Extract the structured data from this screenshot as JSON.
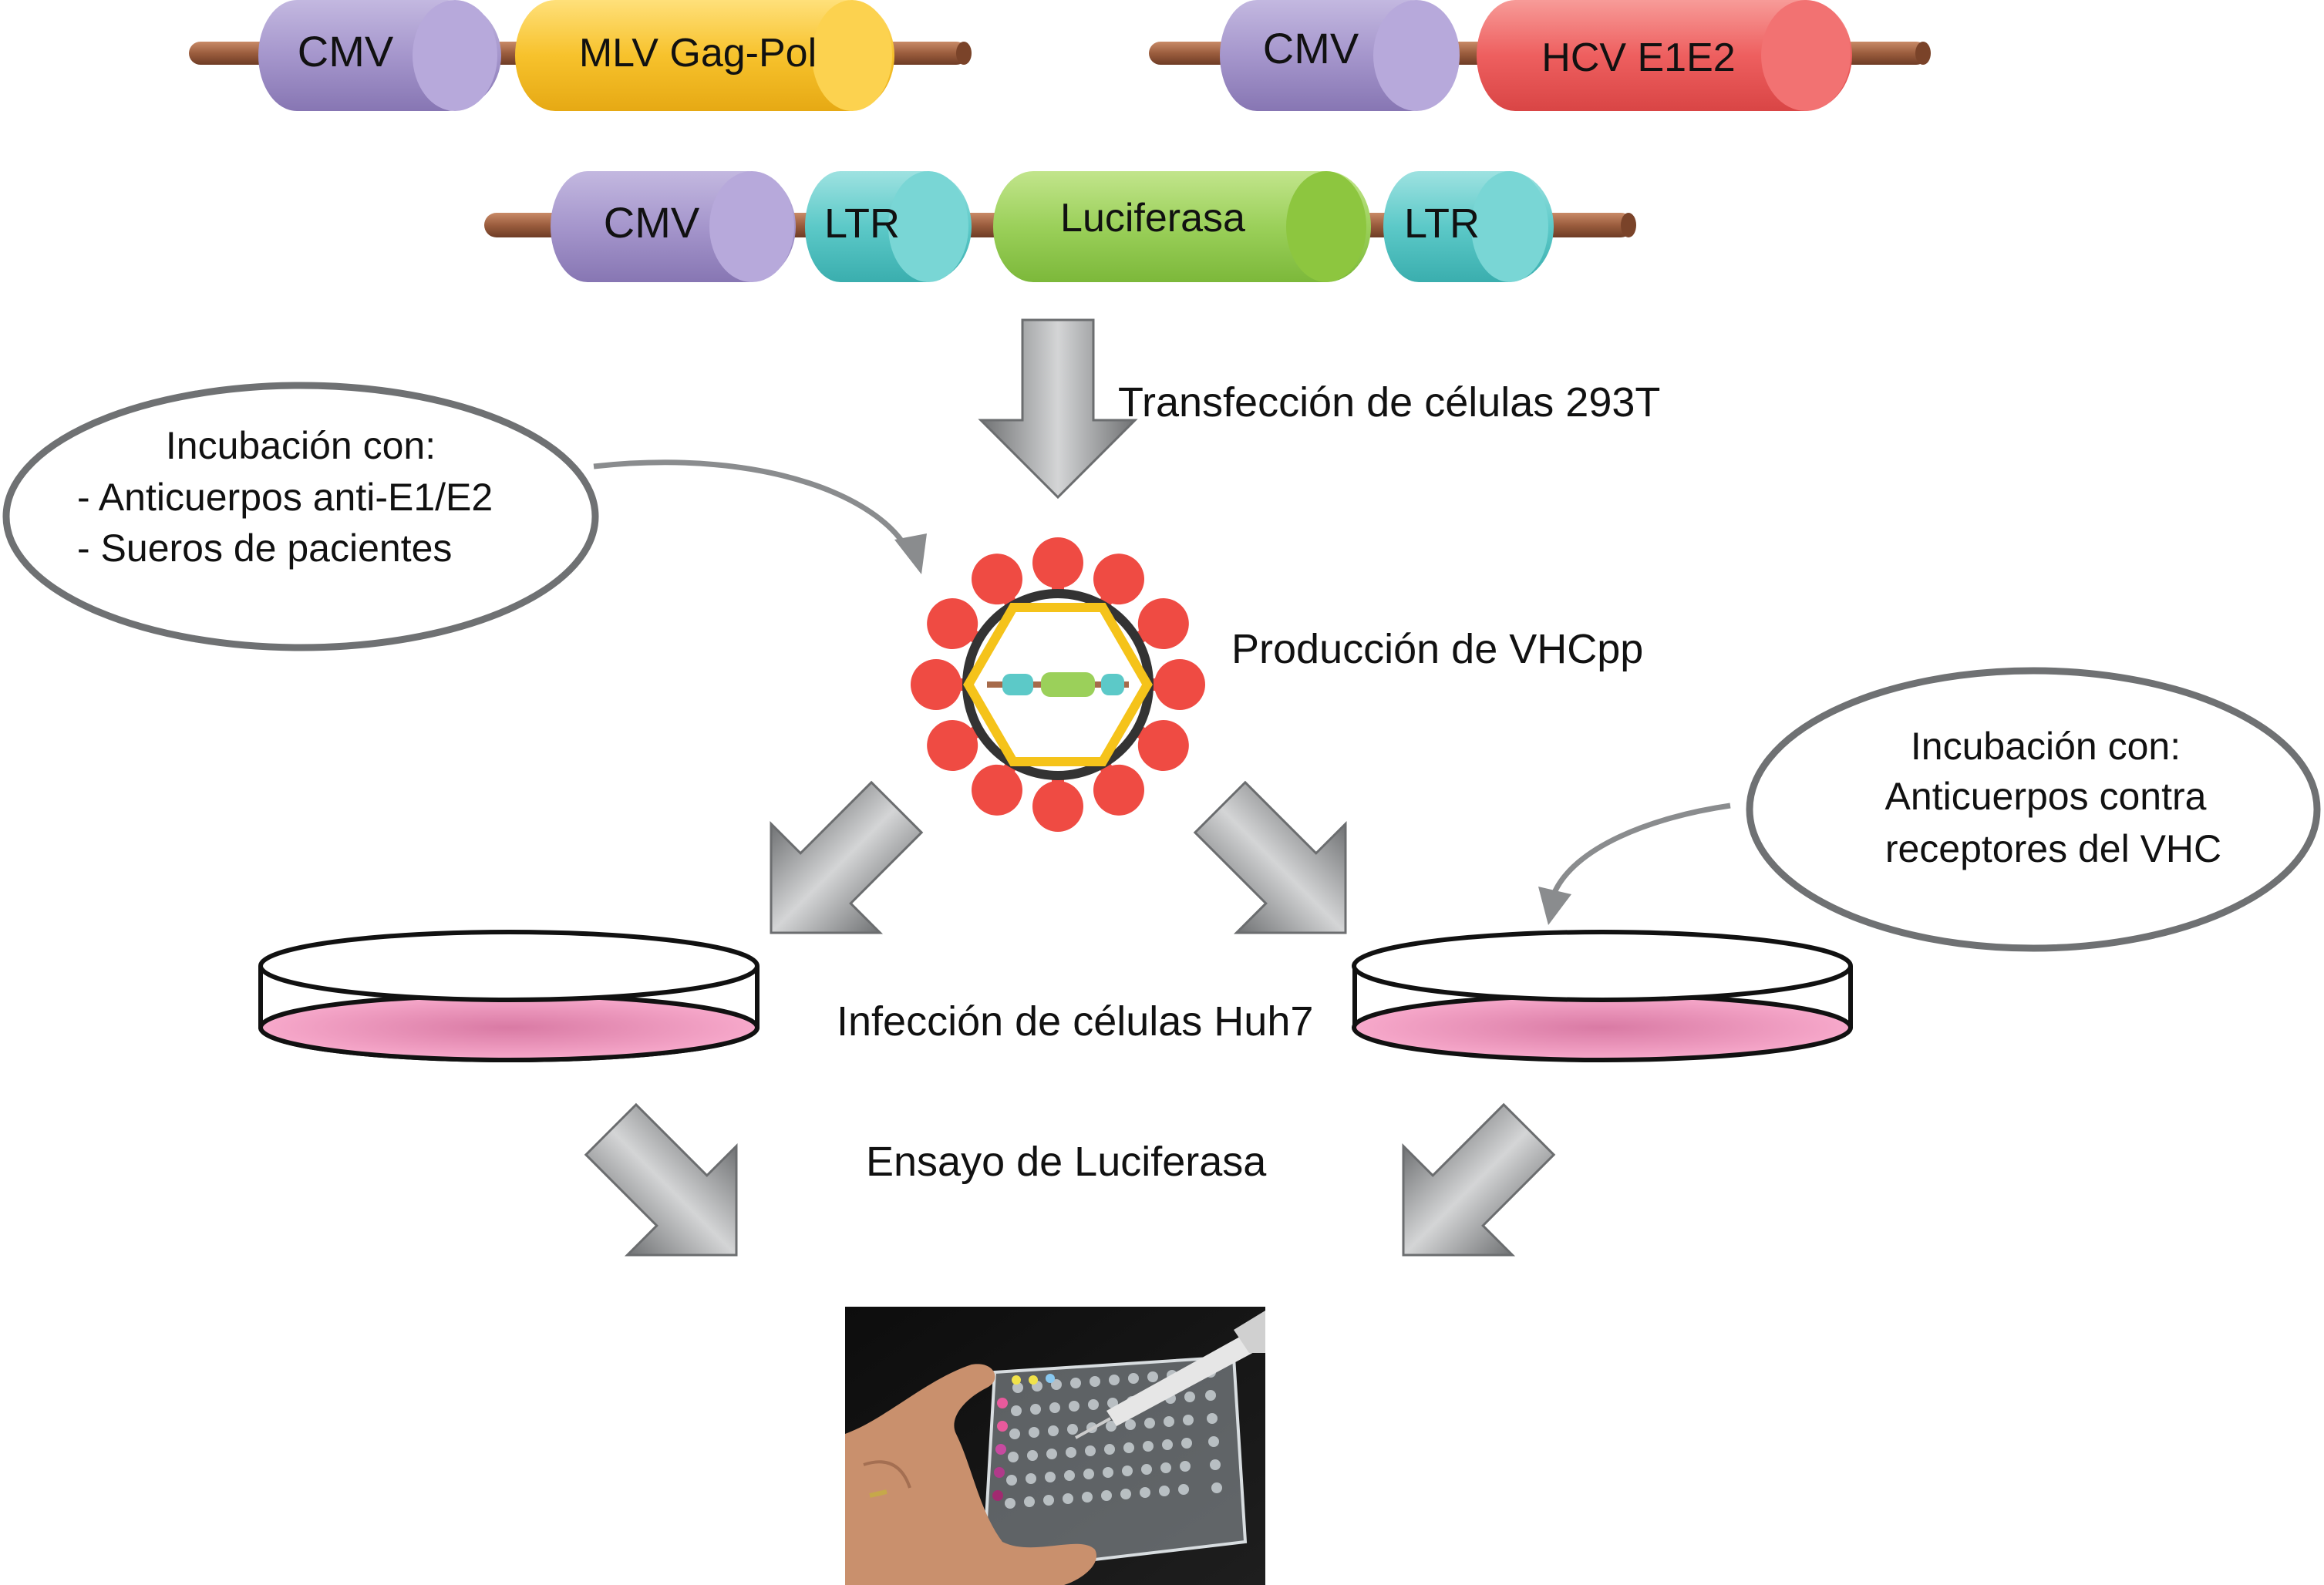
{
  "constructs": {
    "row1_left": {
      "promoter": "CMV",
      "gene": "MLV Gag-Pol"
    },
    "row1_right": {
      "promoter": "CMV",
      "gene": "HCV E1E2"
    },
    "row2": {
      "promoter": "CMV",
      "ltr_left": "LTR",
      "gene": "Luciferasa",
      "ltr_right": "LTR"
    }
  },
  "steps": {
    "transfection": "Transfección de células 293T",
    "production": "Producción de VHCpp",
    "infection": "Infección de células Huh7",
    "assay": "Ensayo de Luciferasa"
  },
  "incubation_left": {
    "title": "Incubación con:",
    "line1": "- Anticuerpos anti-E1/E2",
    "line2": "- Sueros de pacientes"
  },
  "incubation_right": {
    "title": "Incubación con:",
    "line1": "Anticuerpos contra",
    "line2": "receptores del VHC"
  },
  "colors": {
    "cmv": "#a596cc",
    "gag_pol": "#f7c22c",
    "e1e2": "#ee5f5f",
    "ltr": "#5cc9c8",
    "luciferase": "#8dc63f",
    "rod": "#a66a4a",
    "arrow": "#8a8c8e",
    "spike": "#ef4b43",
    "capsid": "#f5c31a",
    "dish_medium": "#f39bc0"
  }
}
